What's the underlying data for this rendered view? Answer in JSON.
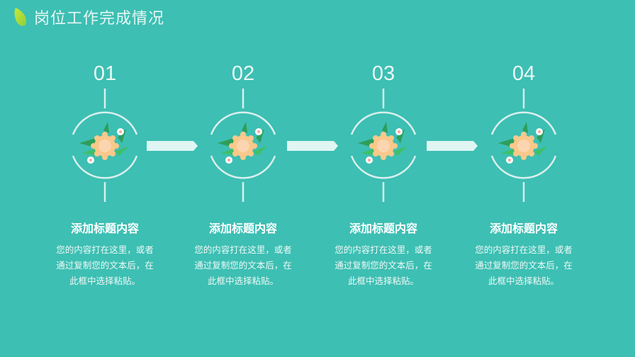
{
  "header": {
    "title": "岗位工作完成情况",
    "icon": "leaf-icon"
  },
  "colors": {
    "background": "#3dbfb3",
    "ring": "#d9efed",
    "arrow": "#dff6f3",
    "flower": "#f9c88a"
  },
  "steps": [
    {
      "number": "01",
      "title": "添加标题内容",
      "desc": "您的内容打在这里，或者通过复制您的文本后，在此框中选择粘贴。"
    },
    {
      "number": "02",
      "title": "添加标题内容",
      "desc": "您的内容打在这里，或者通过复制您的文本后，在此框中选择粘贴。"
    },
    {
      "number": "03",
      "title": "添加标题内容",
      "desc": "您的内容打在这里，或者通过复制您的文本后，在此框中选择粘贴。"
    },
    {
      "number": "04",
      "title": "添加标题内容",
      "desc": "您的内容打在这里，或者通过复制您的文本后，在此框中选择粘贴。"
    }
  ]
}
